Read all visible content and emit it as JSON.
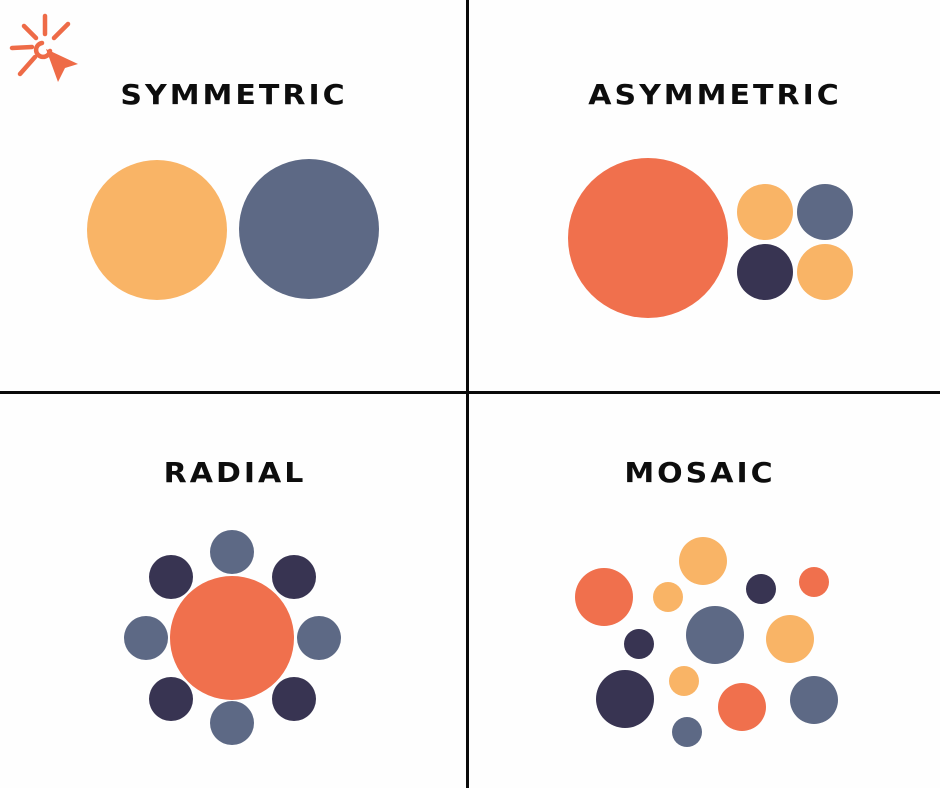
{
  "colors": {
    "yellow": "#f9b466",
    "slate": "#5d6985",
    "navy": "#383452",
    "coral": "#f0704d",
    "ink": "#0d0d0d",
    "logo": "#ee6b47"
  },
  "logo": {
    "icon": "sun-cursor-icon"
  },
  "panels": {
    "symmetric": {
      "title": "SYMMETRIC"
    },
    "asymmetric": {
      "title": "ASYMMETRIC"
    },
    "radial": {
      "title": "RADIAL"
    },
    "mosaic": {
      "title": "MOSAIC"
    }
  }
}
